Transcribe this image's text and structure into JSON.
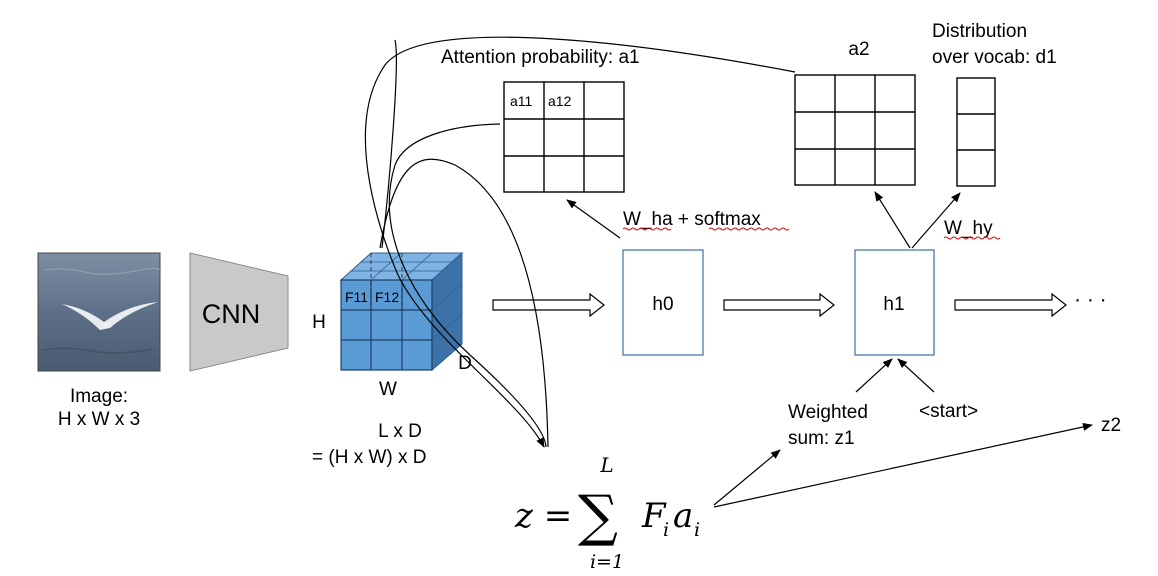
{
  "image_block": {
    "label_line1": "Image:",
    "label_line2": "H x W x 3"
  },
  "cnn": {
    "label": "CNN"
  },
  "feature_cube": {
    "label_h": "H",
    "label_w": "W",
    "label_d": "D",
    "cell_f11": "F11",
    "cell_f12": "F12",
    "size_line1": "L x D",
    "size_line2": "= (H x W) x D"
  },
  "attention": {
    "title": "Attention probability: a1",
    "cell_a11": "a11",
    "cell_a12": "a12",
    "a2_label": "a2"
  },
  "distribution": {
    "line1": "Distribution",
    "line2": "over vocab: d1"
  },
  "rnn": {
    "h0_label": "h0",
    "h1_label": "h1",
    "ellipsis": "· · ·",
    "w_ha_label": "W_ha + softmax",
    "w_hy_label": "W_hy",
    "weighted_line1": "Weighted",
    "weighted_line2": "sum: z1",
    "start_token": "<start>",
    "z2_label": "z2"
  },
  "formula": {
    "lhs": "z = ",
    "sum_symbol": "∑",
    "upper": "L",
    "lower": "i=1",
    "term": "F",
    "term_sub": "i",
    "term2": "a",
    "term2_sub": "i"
  },
  "colors": {
    "cube_front": "#5b9bd5",
    "cube_top": "#7fb3e3",
    "cube_side": "#3d72a8",
    "cnn_fill": "#c9c9c9",
    "spelling_underline": "#e00000"
  }
}
